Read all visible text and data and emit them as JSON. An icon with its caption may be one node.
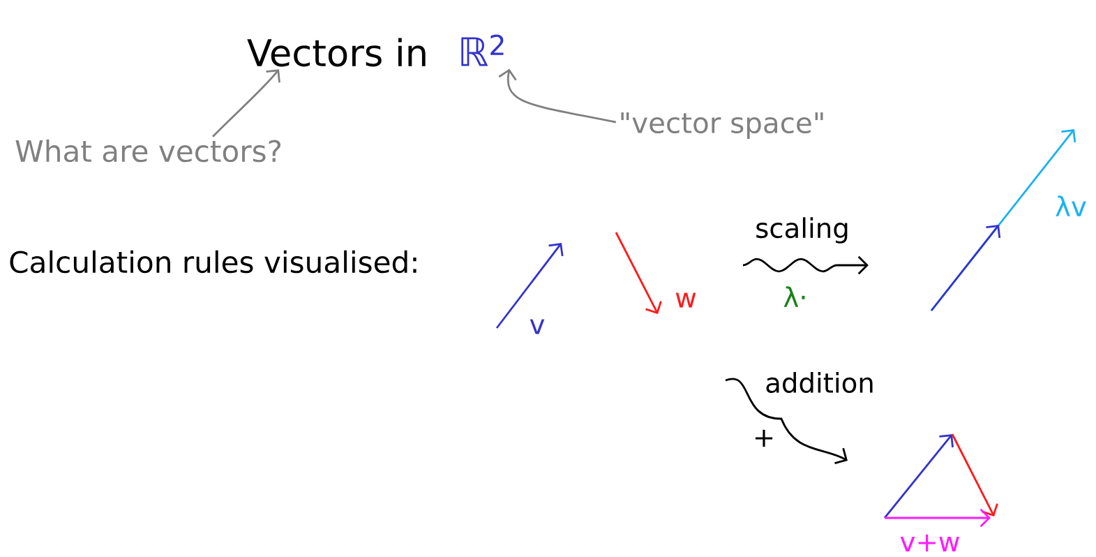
{
  "diagram": {
    "nodes": [
      {
        "text": [
          "Vectors in"
        ]
      },
      {
        "text": [
          "ℝ$^{2}$"
        ]
      },
      {
        "text": [
          "What are vectors?"
        ]
      },
      {
        "text": [
          "\"vector space\""
        ]
      }
    ],
    "edges": [
      {
        "from": 2,
        "to": 0,
        "arrow": "to"
      },
      {
        "from": 3,
        "to": 1,
        "arrow": "to"
      }
    ],
    "labels": [
      "Calculation rules visualised:",
      "v",
      "w",
      "scaling",
      "λ·",
      "λv",
      "addition",
      "+",
      "v+w"
    ]
  }
}
